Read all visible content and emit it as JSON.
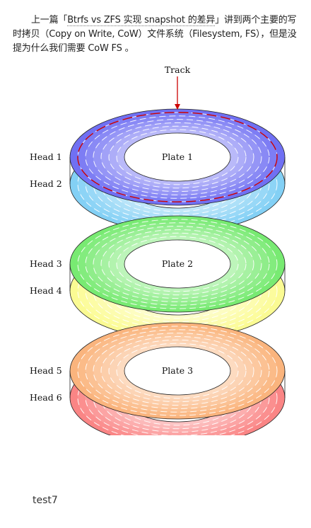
{
  "article": {
    "intro_before": "上一篇「",
    "intro_link": "Btrfs vs ZFS 实现 snapshot 的差异",
    "intro_after": "」讲到两个主要的写时拷贝（Copy on Write, CoW）文件系统（Filesystem, FS），但是没提为什么我们需要 CoW FS 。"
  },
  "diagram": {
    "track_label": "Track",
    "heads": [
      "Head 1",
      "Head 2",
      "Head 3",
      "Head 4",
      "Head 5",
      "Head 6"
    ],
    "plates": [
      {
        "label": "Plate 1",
        "top_color": "#6464f2",
        "bottom_color": "#78ccf4"
      },
      {
        "label": "Plate 2",
        "top_color": "#6ce866",
        "bottom_color": "#fbfb8a"
      },
      {
        "label": "Plate 3",
        "top_color": "#faae72",
        "bottom_color": "#fa7a7a"
      }
    ],
    "track_color": "#cc0000"
  },
  "footer": {
    "text": "test7"
  }
}
